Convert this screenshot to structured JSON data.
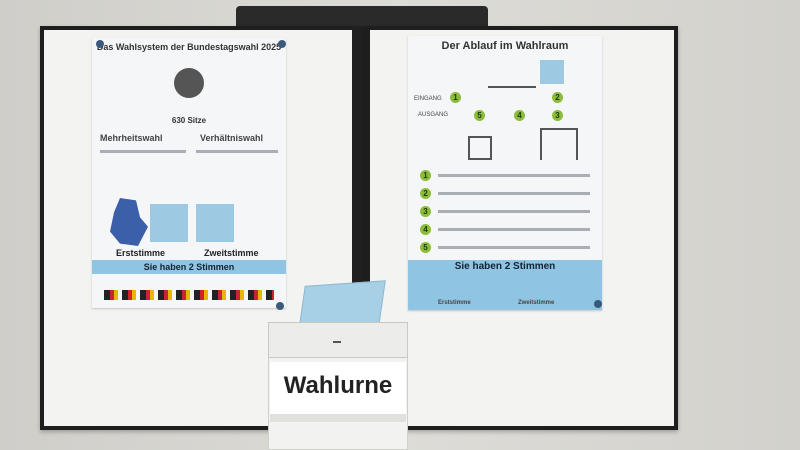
{
  "poster_left": {
    "title": "Das Wahlsystem der Bundestagswahl 2025",
    "seats": "630 Sitze",
    "left_heading": "Mehrheitswahl",
    "right_heading": "Verhältniswahl",
    "vote1": "Erststimme",
    "vote2": "Zweitstimme",
    "banner": "Sie haben 2 Stimmen"
  },
  "poster_right": {
    "title": "Der Ablauf im Wahlraum",
    "entrance": "EINGANG",
    "exit": "AUSGANG",
    "banner": "Sie haben 2 Stimmen",
    "vote1": "Erststimme",
    "vote2": "Zweitstimme",
    "steps": [
      "1",
      "2",
      "3",
      "4",
      "5"
    ]
  },
  "ballot_box": {
    "label": "Wahlurne"
  },
  "colors": {
    "accent_blue": "#8fc4e2",
    "step_green": "#8cbc3a",
    "board_frame": "#1e1e1e"
  }
}
